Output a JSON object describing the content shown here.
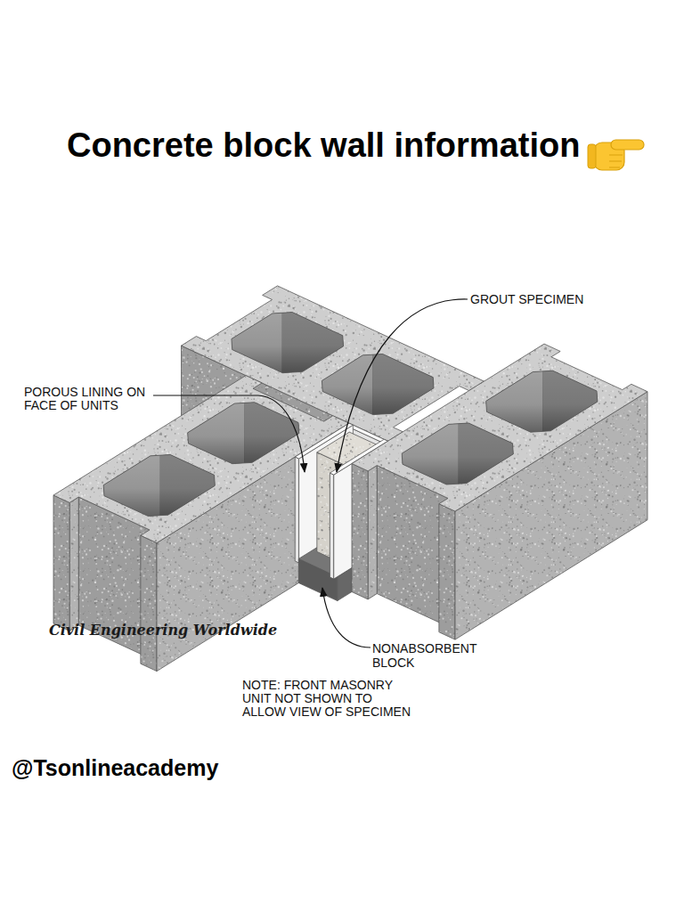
{
  "diagram": {
    "title": "Concrete block wall information",
    "labels": [
      "GROUT SPECIMEN",
      "POROUS LINING ON FACE OF UNITS",
      "Civil Engineering Worldwide",
      "NONABSORBENT BLOCK",
      "NOTE: FRONT MASONRY UNIT NOT SHOWN TO ALLOW VIEW OF SPECIMEN",
      "@Tsonlineacademy"
    ]
  }
}
